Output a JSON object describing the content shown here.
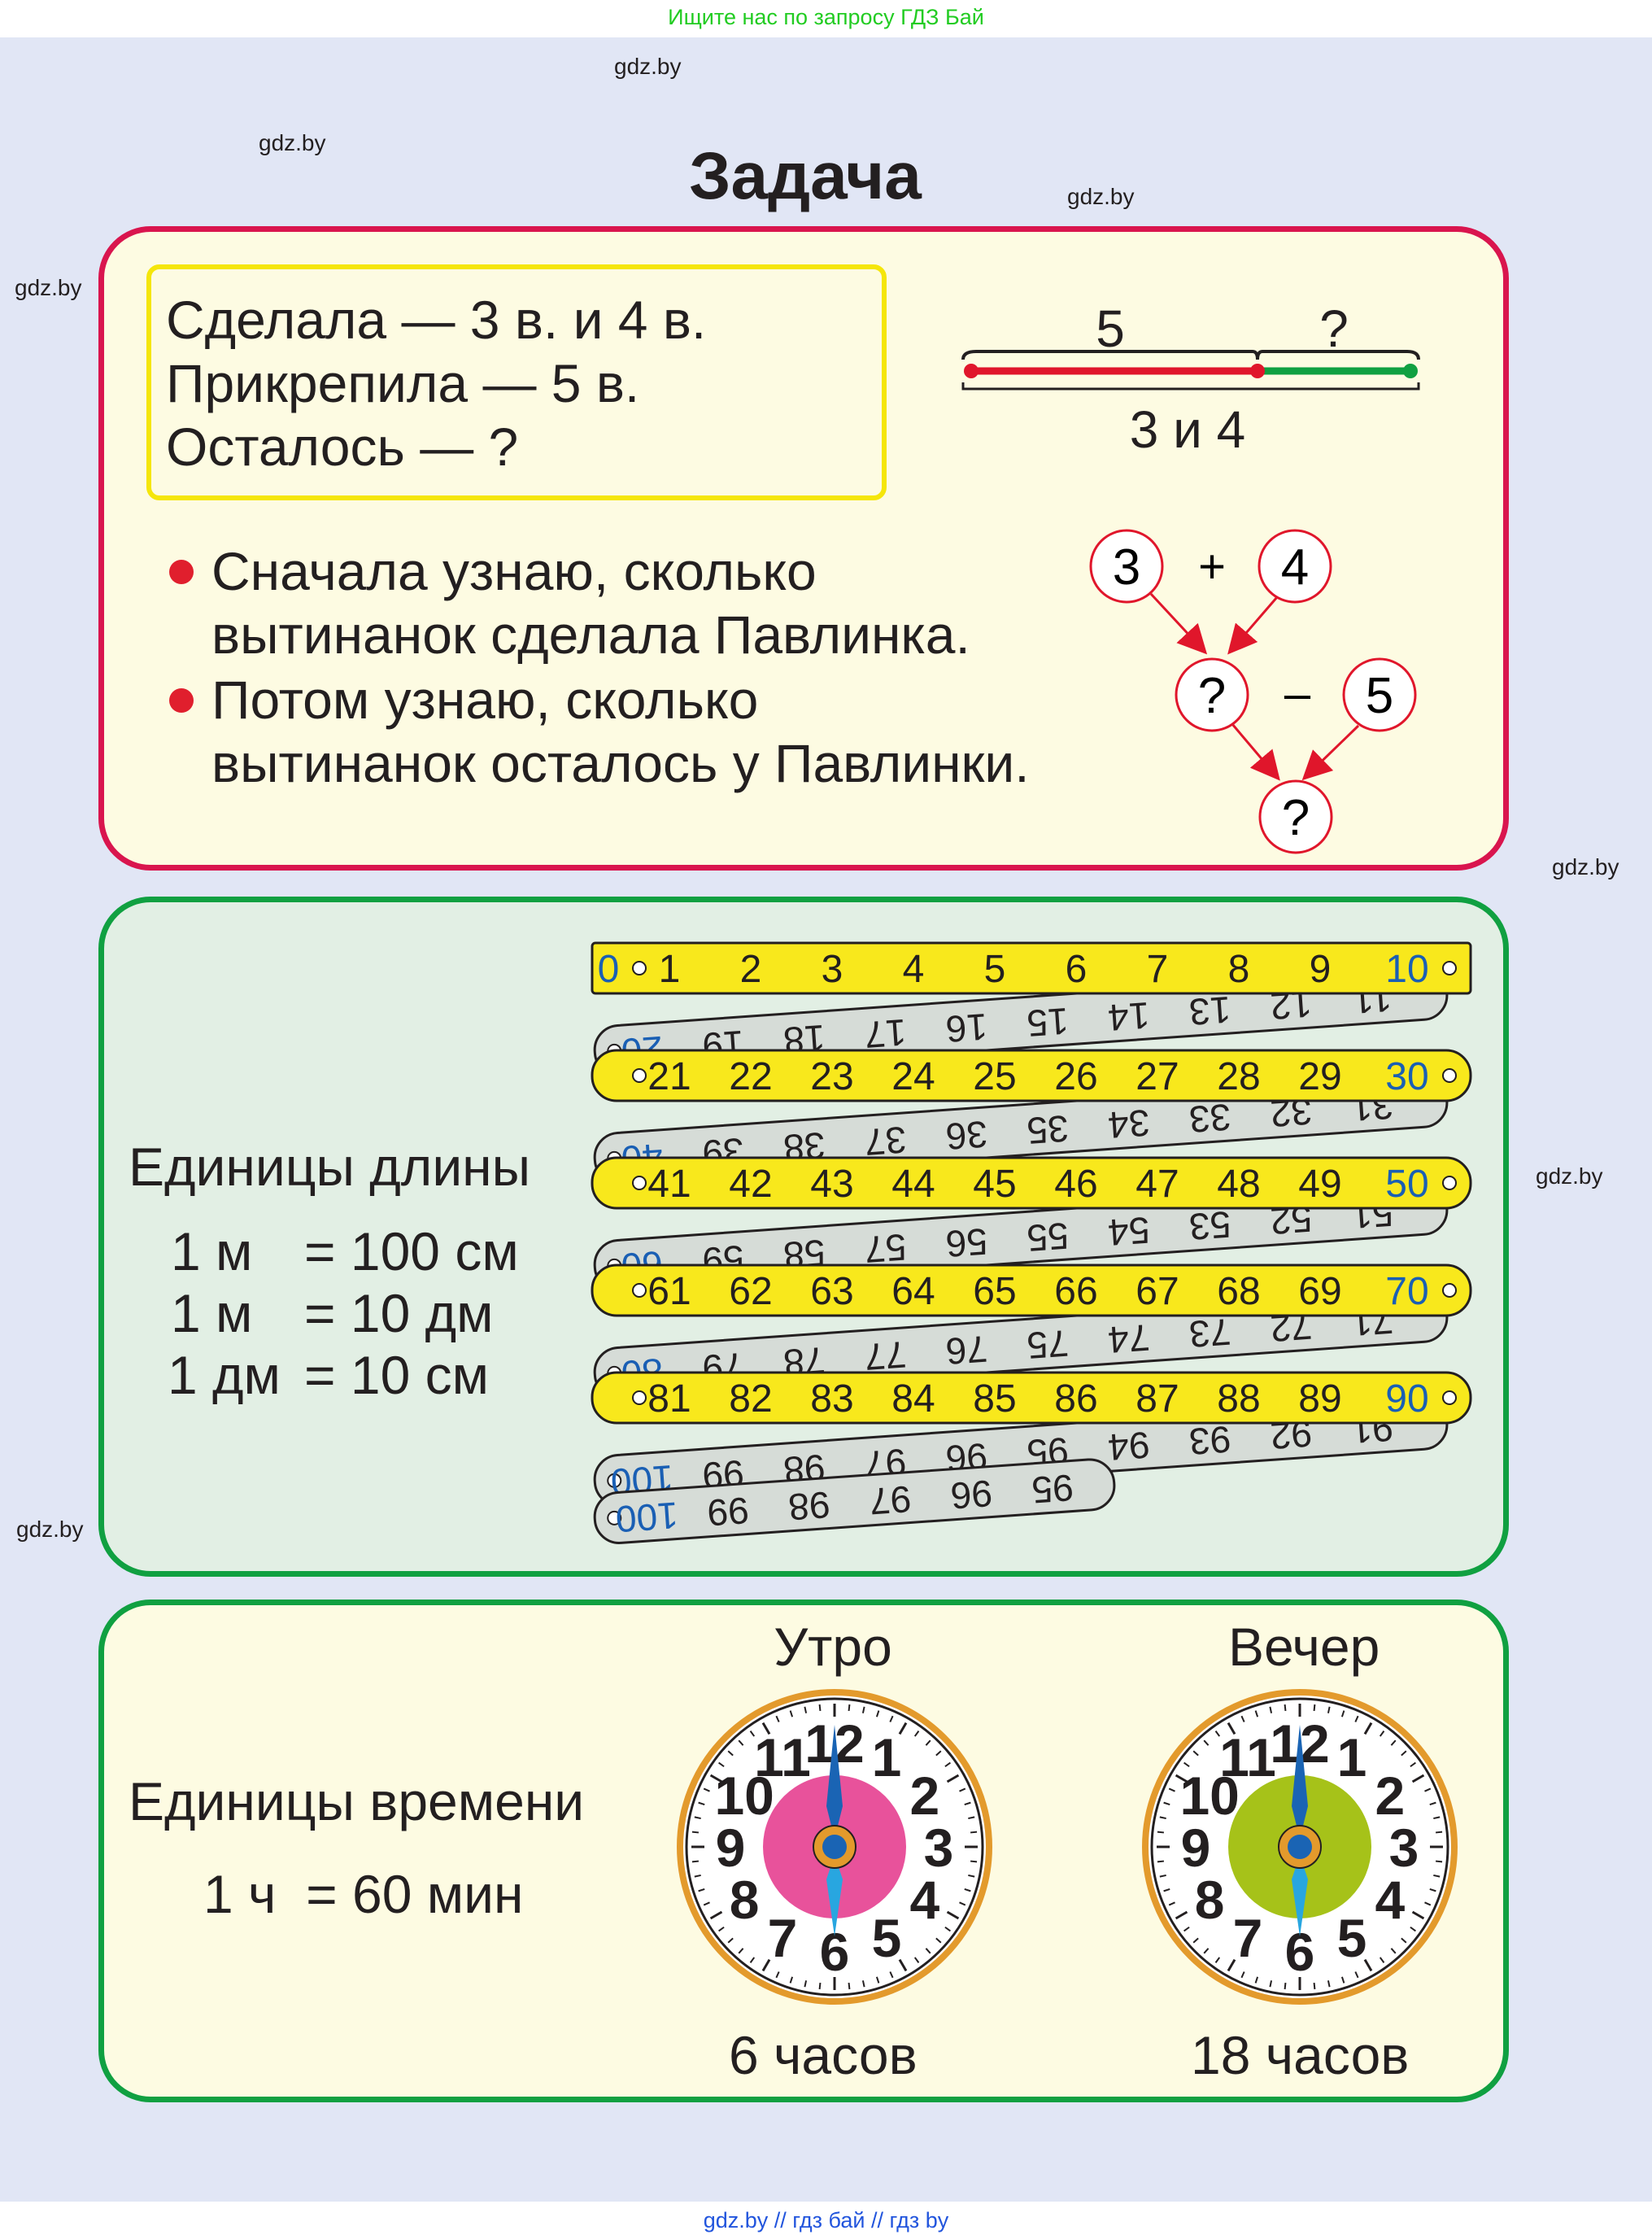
{
  "banners": {
    "top": "Ищите нас по запросу ГДЗ Бай",
    "bottom": "gdz.by  //  гдз бай  //  гдз by"
  },
  "watermark": "gdz.by",
  "title": "Задача",
  "task": {
    "conditions": [
      "Сделала — 3 в. и 4 в.",
      "Прикрепила — 5 в.",
      "Осталось — ?"
    ],
    "steps": [
      "Сначала узнаю, сколько",
      "вытинанок сделала Павлинка.",
      "Потом узнаю, сколько",
      "вытинанок осталось у Павлинки."
    ],
    "segment": {
      "top_left": "5",
      "top_right": "?",
      "bottom": "3 и 4",
      "colors": {
        "left": "#e0162b",
        "right": "#10a041"
      }
    },
    "tree": {
      "a": "3",
      "op1": "+",
      "b": "4",
      "mid": "?",
      "op2": "–",
      "c": "5",
      "result": "?"
    }
  },
  "length": {
    "heading": "Единицы длины",
    "eq": [
      {
        "l": "1 м",
        "r": "= 100 см"
      },
      {
        "l": "1 м",
        "r": "= 10 дм"
      },
      {
        "l": "1 дм",
        "r": "= 10 см"
      }
    ],
    "ruler_colors": {
      "yellow": "#f8e81c",
      "gray": "#d6dcd7",
      "accent": "#1a5fb4"
    }
  },
  "time": {
    "heading": "Единицы времени",
    "eq": "1 ч  = 60 мин",
    "clocks": [
      {
        "label": "Утро",
        "caption": "6 часов",
        "hour": 6,
        "face": "#e8529b"
      },
      {
        "label": "Вечер",
        "caption": "18 часов",
        "hour": 18,
        "face": "#a6c219"
      }
    ],
    "numbers": [
      "12",
      "1",
      "2",
      "3",
      "4",
      "5",
      "6",
      "7",
      "8",
      "9",
      "10",
      "11"
    ]
  }
}
